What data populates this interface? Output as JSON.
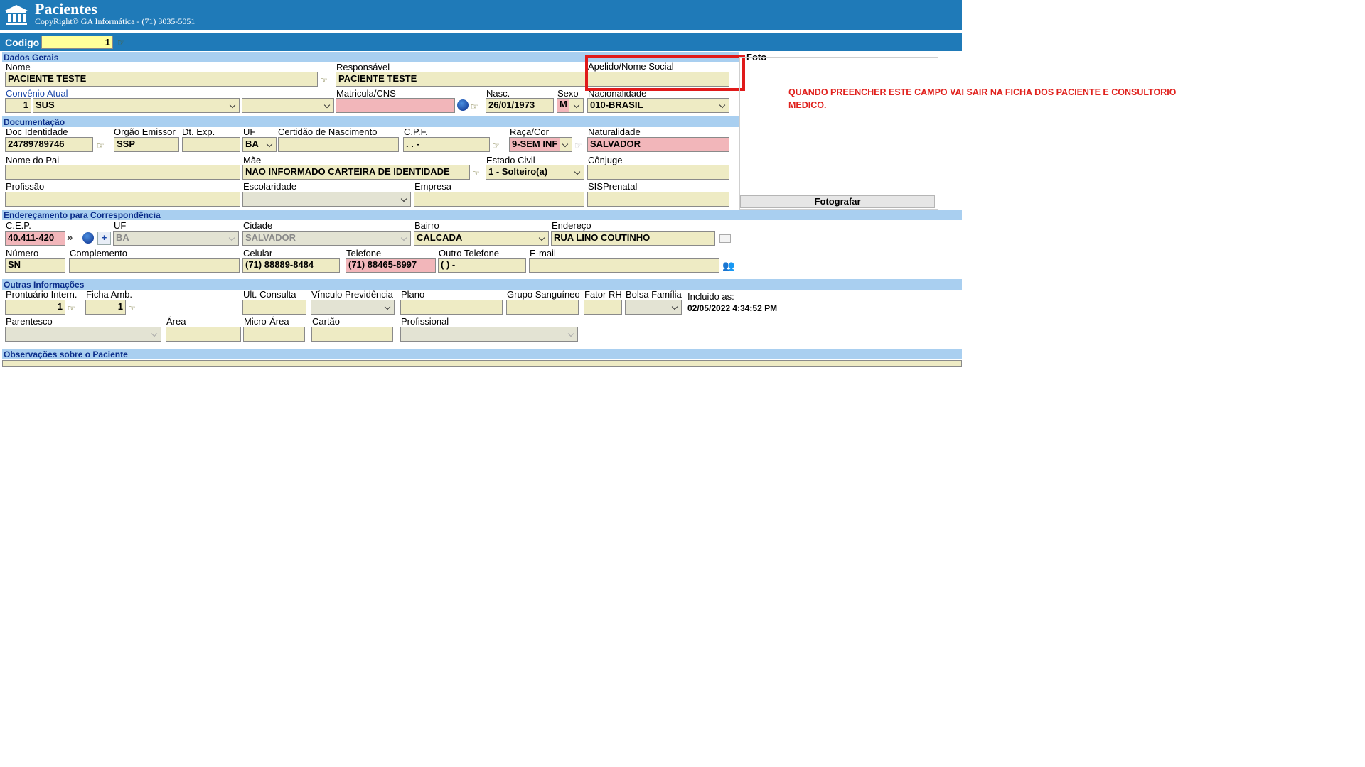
{
  "header": {
    "title": "Pacientes",
    "subtitle": "CopyRight© GA Informática - (71) 3035-5051",
    "codigo_label": "Codigo",
    "codigo_value": "1"
  },
  "sections": {
    "dados_gerais": "Dados Gerais",
    "documentacao": "Documentação",
    "endereco": "Endereçamento para Correspondência",
    "outras": "Outras Informações",
    "observacoes": "Observações sobre o Paciente"
  },
  "dados_gerais": {
    "nome_label": "Nome",
    "nome": "PACIENTE TESTE",
    "responsavel_label": "Responsável",
    "responsavel": "PACIENTE TESTE",
    "apelido_label": "Apelido/Nome Social",
    "apelido": "",
    "convenio_label": "Convênio Atual",
    "convenio_code": "1",
    "convenio": "SUS",
    "convenio2": "",
    "matricula_label": "Matricula/CNS",
    "matricula": "",
    "nasc_label": "Nasc.",
    "nasc": "26/01/1973",
    "sexo_label": "Sexo",
    "sexo": "M",
    "nacionalidade_label": "Nacionalidade",
    "nacionalidade": "010-BRASIL"
  },
  "documentacao": {
    "doc_label": "Doc Identidade",
    "doc": "24789789746",
    "orgao_label": "Orgão Emissor",
    "orgao": "SSP",
    "dtexp_label": "Dt. Exp.",
    "dtexp": "",
    "uf_label": "UF",
    "uf": "BA",
    "certidao_label": "Certidão de Nascimento",
    "certidao": "",
    "cpf_label": "C.P.F.",
    "cpf": ".   .   -",
    "raca_label": "Raça/Cor",
    "raca": "9-SEM INF",
    "naturalidade_label": "Naturalidade",
    "naturalidade": "SALVADOR",
    "pai_label": "Nome do Pai",
    "pai": "",
    "mae_label": "Mãe",
    "mae": "NAO INFORMADO CARTEIRA DE IDENTIDADE",
    "estado_civil_label": "Estado Civil",
    "estado_civil": "1 - Solteiro(a)",
    "conjuge_label": "Cônjuge",
    "conjuge": "",
    "profissao_label": "Profissão",
    "profissao": "",
    "escolaridade_label": "Escolaridade",
    "escolaridade": "",
    "empresa_label": "Empresa",
    "empresa": "",
    "sisprenatal_label": "SISPrenatal",
    "sisprenatal": ""
  },
  "endereco": {
    "cep_label": "C.E.P.",
    "cep": "40.411-420",
    "uf_label": "UF",
    "uf": "BA",
    "cidade_label": "Cidade",
    "cidade": "SALVADOR",
    "bairro_label": "Bairro",
    "bairro": "CALCADA",
    "endereco_label": "Endereço",
    "endereco": "RUA LINO COUTINHO",
    "numero_label": "Número",
    "numero": "SN",
    "complemento_label": "Complemento",
    "complemento": "",
    "celular_label": "Celular",
    "celular": "(71) 88889-8484",
    "telefone_label": "Telefone",
    "telefone": "(71) 88465-8997",
    "outro_tel_label": "Outro Telefone",
    "outro_tel": "(  )      -",
    "email_label": "E-mail",
    "email": ""
  },
  "outras": {
    "prontuario_label": "Prontuário Intern.",
    "prontuario": "1",
    "ficha_label": "Ficha Amb.",
    "ficha": "1",
    "ult_consulta_label": "Ult. Consulta",
    "ult_consulta": "",
    "vinculo_label": "Vínculo Previdência",
    "vinculo": "",
    "plano_label": "Plano",
    "plano": "",
    "grupo_label": "Grupo Sanguíneo",
    "grupo": "",
    "fator_label": "Fator RH",
    "fator": "",
    "bolsa_label": "Bolsa Família",
    "bolsa": "",
    "incluido_label": "Incluido as:",
    "incluido": "02/05/2022 4:34:52 PM",
    "parentesco_label": "Parentesco",
    "parentesco": "",
    "area_label": "Área",
    "area": "",
    "microarea_label": "Micro-Área",
    "microarea": "",
    "cartao_label": "Cartão",
    "cartao": "",
    "profissional_label": "Profissional",
    "profissional": ""
  },
  "foto": {
    "label": "Foto",
    "button": "Fotografar"
  },
  "annotation": {
    "note": "QUANDO PREENCHER ESTE CAMPO VAI SAIR NA FICHA DOS PACIENTE E CONSULTORIO MEDICO.",
    "color": "#e0221e"
  },
  "icons": [
    "building-logo-icon",
    "hand-pointer-icon",
    "globe-icon",
    "plus-icon",
    "arrow-right-icon",
    "folder-icon",
    "people-icon"
  ]
}
